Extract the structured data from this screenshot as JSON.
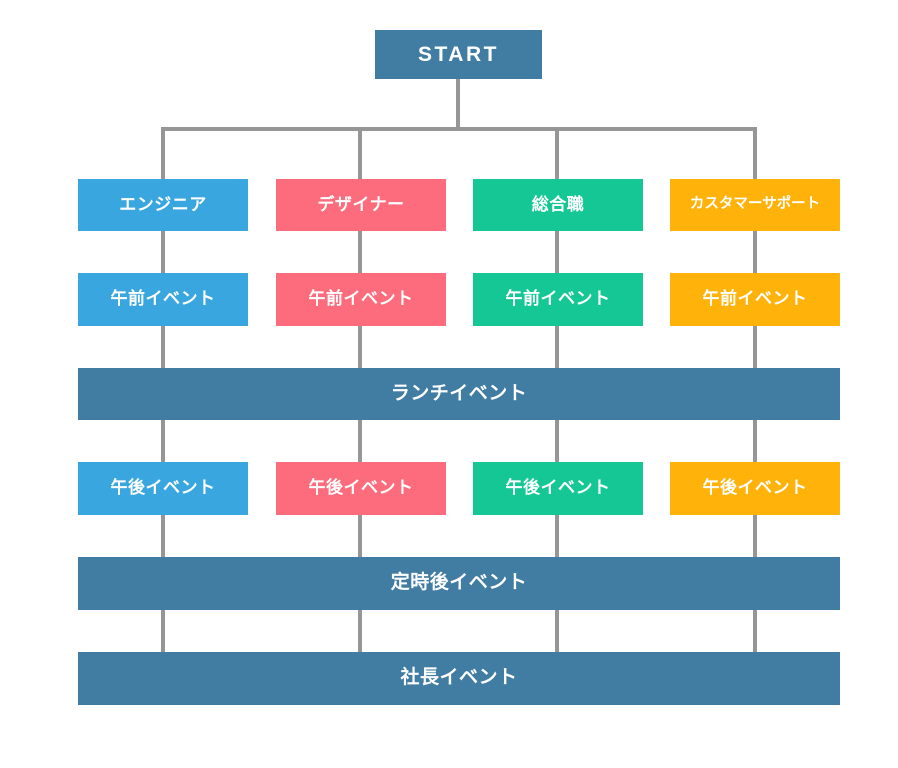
{
  "diagram": {
    "title": "START",
    "type": "flowchart",
    "colors": {
      "steel_blue": "#417CA3",
      "blue": "#3AA6DF",
      "pink": "#FC6C7C",
      "green": "#14C795",
      "orange": "#FFB20A",
      "connector_gray": "#969696",
      "background": "#FFFFFF",
      "text": "#FFFFFF"
    },
    "start_node": {
      "label": "START"
    },
    "tracks": [
      {
        "role": "エンジニア",
        "color_key": "blue",
        "morning_event": "午前イベント",
        "afternoon_event": "午後イベント"
      },
      {
        "role": "デザイナー",
        "color_key": "pink",
        "morning_event": "午前イベント",
        "afternoon_event": "午後イベント"
      },
      {
        "role": "総合職",
        "color_key": "green",
        "morning_event": "午前イベント",
        "afternoon_event": "午後イベント"
      },
      {
        "role": "カスタマーサポート",
        "color_key": "orange",
        "morning_event": "午前イベント",
        "afternoon_event": "午後イベント"
      }
    ],
    "shared_events": {
      "lunch": "ランチイベント",
      "after_hours": "定時後イベント",
      "president": "社長イベント"
    }
  }
}
